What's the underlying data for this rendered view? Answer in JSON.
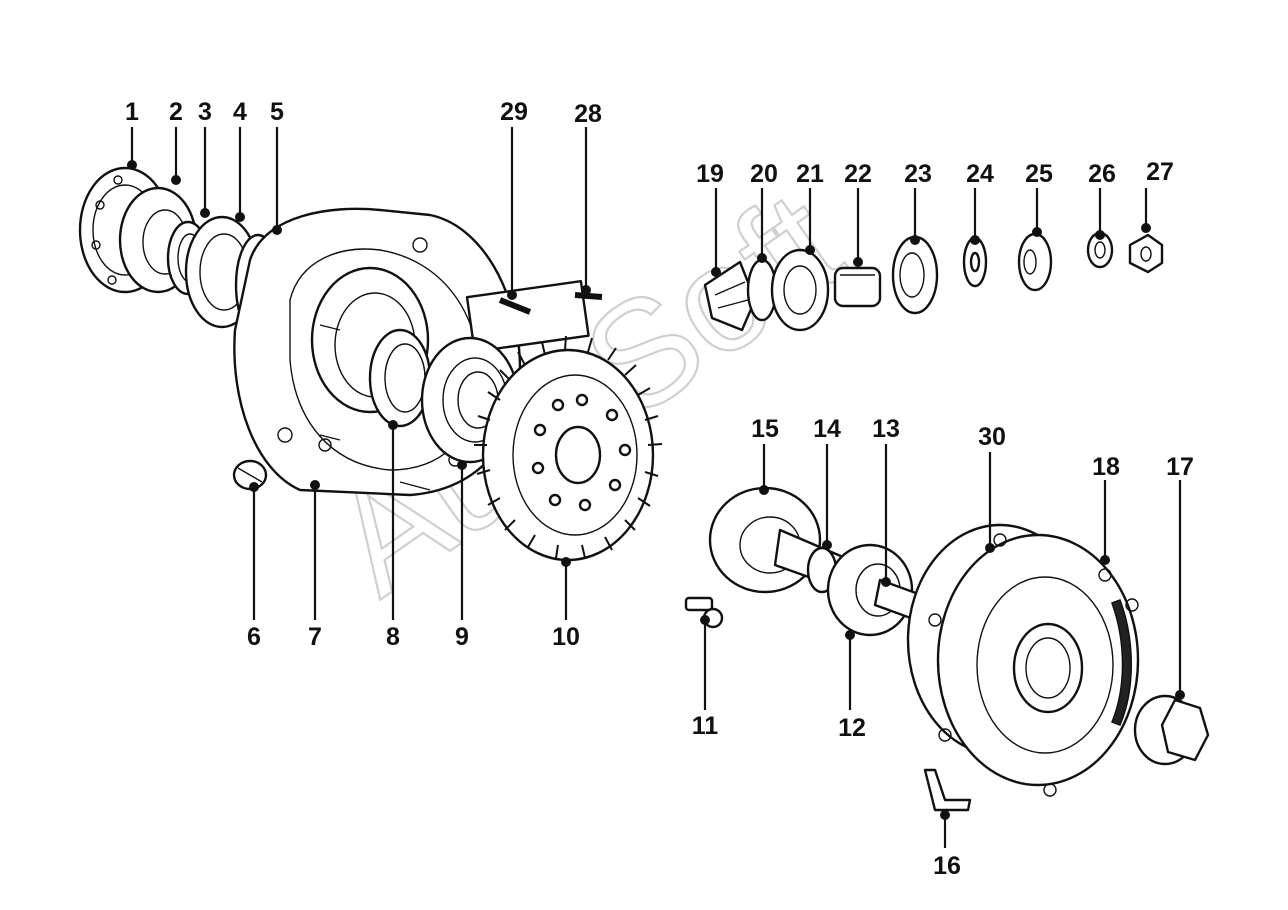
{
  "watermark": "AutoSoft",
  "callouts": [
    "1",
    "2",
    "3",
    "4",
    "5",
    "6",
    "7",
    "8",
    "9",
    "10",
    "11",
    "12",
    "13",
    "14",
    "15",
    "16",
    "17",
    "18",
    "19",
    "20",
    "21",
    "22",
    "23",
    "24",
    "25",
    "26",
    "27",
    "28",
    "29",
    "30"
  ]
}
